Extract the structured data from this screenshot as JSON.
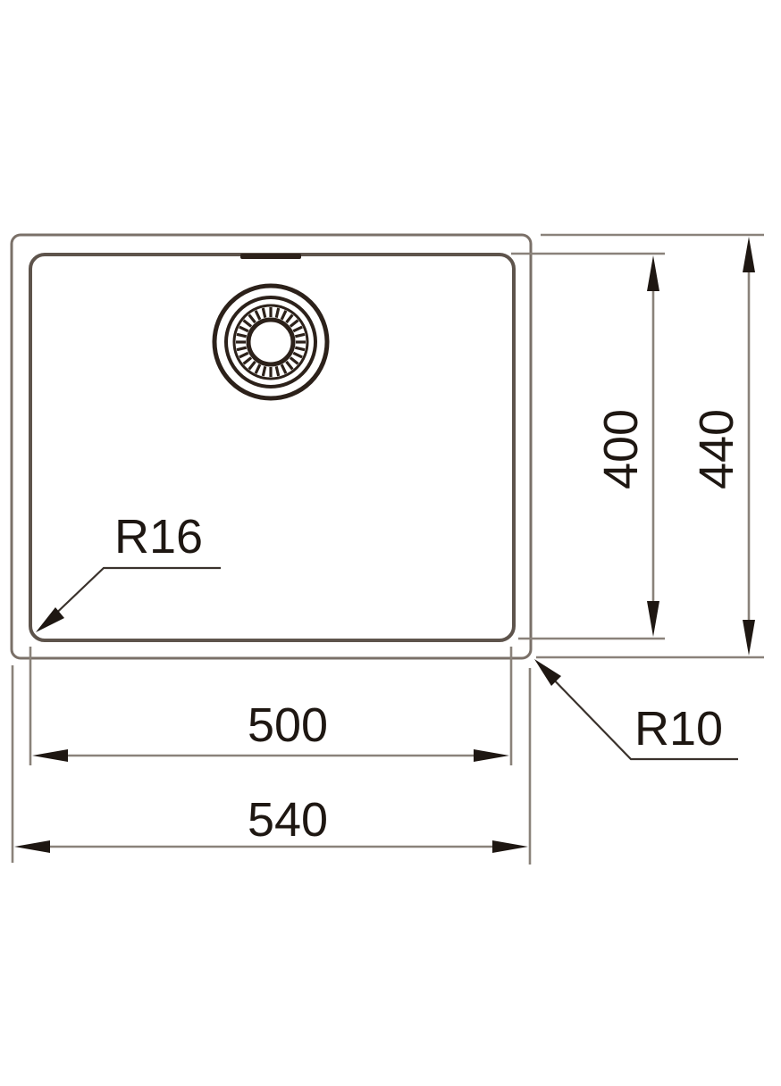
{
  "drawing": {
    "title": "Undermount sink basin dimension drawing",
    "colors": {
      "background": "#ffffff",
      "line": "#7a7068",
      "ink": "#1e1712"
    },
    "labels": {
      "inner_width": "500",
      "outer_width": "540",
      "inner_depth": "400",
      "outer_depth": "440",
      "inner_radius": "R16",
      "outer_radius": "R10"
    },
    "dimensions_mm": {
      "outer_width": 540,
      "inner_width": 500,
      "outer_depth": 440,
      "inner_depth": 400,
      "inner_corner_radius": 16,
      "outer_corner_radius": 10
    },
    "components": {
      "drain": "drain-strainer-icon",
      "overflow": "overflow-slot"
    }
  }
}
